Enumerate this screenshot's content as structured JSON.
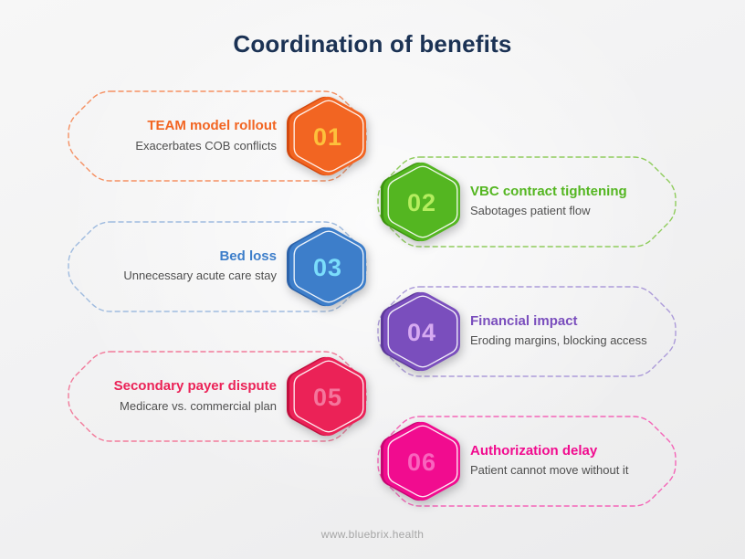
{
  "title": "Coordination of benefits",
  "footer": "www.bluebrix.health",
  "colors": {
    "title": "#1b3254",
    "subtitle": "#4f4f4f",
    "footer": "#a6a6a6"
  },
  "items": [
    {
      "number": "01",
      "title": "TEAM model rollout",
      "subtitle": "Exacerbates COB conflicts",
      "side": "left",
      "color": "#f26522",
      "dark": "#d3490f",
      "num_color": "#fdc13c",
      "border": "#f59062"
    },
    {
      "number": "02",
      "title": "VBC contract tightening",
      "subtitle": "Sabotages patient flow",
      "side": "right",
      "color": "#54b621",
      "dark": "#3e9411",
      "num_color": "#b5ed5f",
      "border": "#8fcc5c"
    },
    {
      "number": "03",
      "title": "Bed loss",
      "subtitle": "Unnecessary acute care stay",
      "side": "left",
      "color": "#3d7eca",
      "dark": "#2c62a9",
      "num_color": "#7bddfb",
      "border": "#9fbbdf"
    },
    {
      "number": "04",
      "title": "Financial impact",
      "subtitle": "Eroding margins, blocking access",
      "side": "right",
      "color": "#7a4ebd",
      "dark": "#5e399b",
      "num_color": "#d6aaf1",
      "border": "#ac9bd9"
    },
    {
      "number": "05",
      "title": "Secondary payer dispute",
      "subtitle": "Medicare vs. commercial plan",
      "side": "left",
      "color": "#eb2257",
      "dark": "#c10f3e",
      "num_color": "#f4769c",
      "border": "#f27a9a"
    },
    {
      "number": "06",
      "title": "Authorization delay",
      "subtitle": "Patient cannot move without it",
      "side": "right",
      "color": "#f10c8f",
      "dark": "#c70672",
      "num_color": "#f964be",
      "border": "#f465b7"
    }
  ]
}
